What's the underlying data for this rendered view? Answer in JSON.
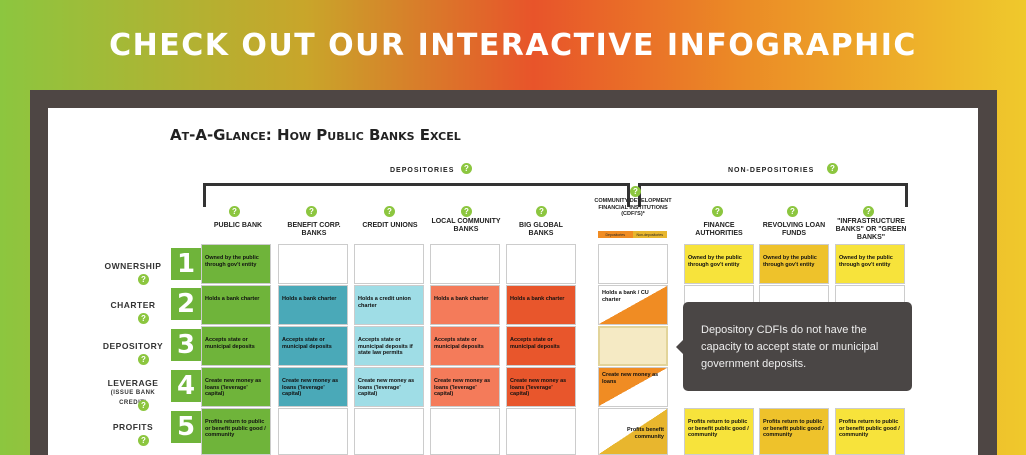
{
  "banner": {
    "heading": "CHECK OUT OUR INTERACTIVE INFOGRAPHIC"
  },
  "infographic": {
    "title": "At-A-Glance: How Public Banks Excel",
    "groups": {
      "depositories": "DEPOSITORIES",
      "non_depositories": "NON-DEPOSITORIES"
    },
    "help_glyph": "?",
    "columns": [
      "PUBLIC BANK",
      "BENEFIT CORP. BANKS",
      "CREDIT UNIONS",
      "LOCAL COMMUNITY BANKS",
      "BIG GLOBAL BANKS",
      "COMMUNITY DEVELOPMENT FINANCIAL INSTITUTIONS (CDFI'S)*",
      "FINANCE AUTHORITIES",
      "REVOLVING LOAN FUNDS",
      "\"INFRASTRUCTURE BANKS\" OR \"GREEN BANKS\""
    ],
    "cdfi_legend": {
      "left": "Depositories",
      "right": "Non-depositories"
    },
    "rows": [
      {
        "number": "1",
        "label": "OWNERSHIP"
      },
      {
        "number": "2",
        "label": "CHARTER"
      },
      {
        "number": "3",
        "label": "DEPOSITORY"
      },
      {
        "number": "4",
        "label": "LEVERAGE",
        "sublabel": "(ISSUE BANK CREDIT)"
      },
      {
        "number": "5",
        "label": "PROFITS"
      }
    ],
    "cells": {
      "public_bank": [
        "Owned by the public through gov't entity",
        "Holds a bank charter",
        "Accepts state or municipal deposits",
        "Create new money as loans ('leverage' capital)",
        "Profits return to public or benefit public good / community"
      ],
      "benefit_corp": [
        "",
        "Holds a bank charter",
        "Accepts state or municipal deposits",
        "Create new money as loans ('leverage' capital)",
        ""
      ],
      "credit_unions": [
        "",
        "Holds a credit union charter",
        "Accepts state or municipal deposits if state law permits",
        "Create new money as loans ('leverage' capital)",
        ""
      ],
      "local_community": [
        "",
        "Holds a bank charter",
        "Accepts state or municipal deposits",
        "Create new money as loans ('leverage' capital)",
        ""
      ],
      "big_global": [
        "",
        "Holds a bank charter",
        "Accepts state or municipal deposits",
        "Create new money as loans ('leverage' capital)",
        ""
      ],
      "cdfi": [
        "",
        "Holds a bank / CU charter",
        "",
        "Create new money as loans",
        "Profits benefit community"
      ],
      "finance_authorities": [
        "Owned by the public through gov't entity",
        "",
        "",
        "",
        "Profits return to public or benefit public good / community"
      ],
      "revolving_loan": [
        "Owned by the public through gov't entity",
        "",
        "",
        "",
        "Profits return to public or benefit public good / community"
      ],
      "infrastructure": [
        "Owned by the public through gov't entity",
        "",
        "",
        "",
        "Profits return to public or benefit public good / community"
      ]
    },
    "tooltip": "Depository CDFIs do not have the capacity to accept state or municipal government deposits."
  },
  "colors": {
    "green": "#6fb43a",
    "teal": "#4aa9b8",
    "light_blue": "#9fdde6",
    "coral": "#f47b5a",
    "red_orange": "#e8562c",
    "orange": "#f08c23",
    "yellow": "#f7e33b",
    "gold": "#eec22b"
  }
}
